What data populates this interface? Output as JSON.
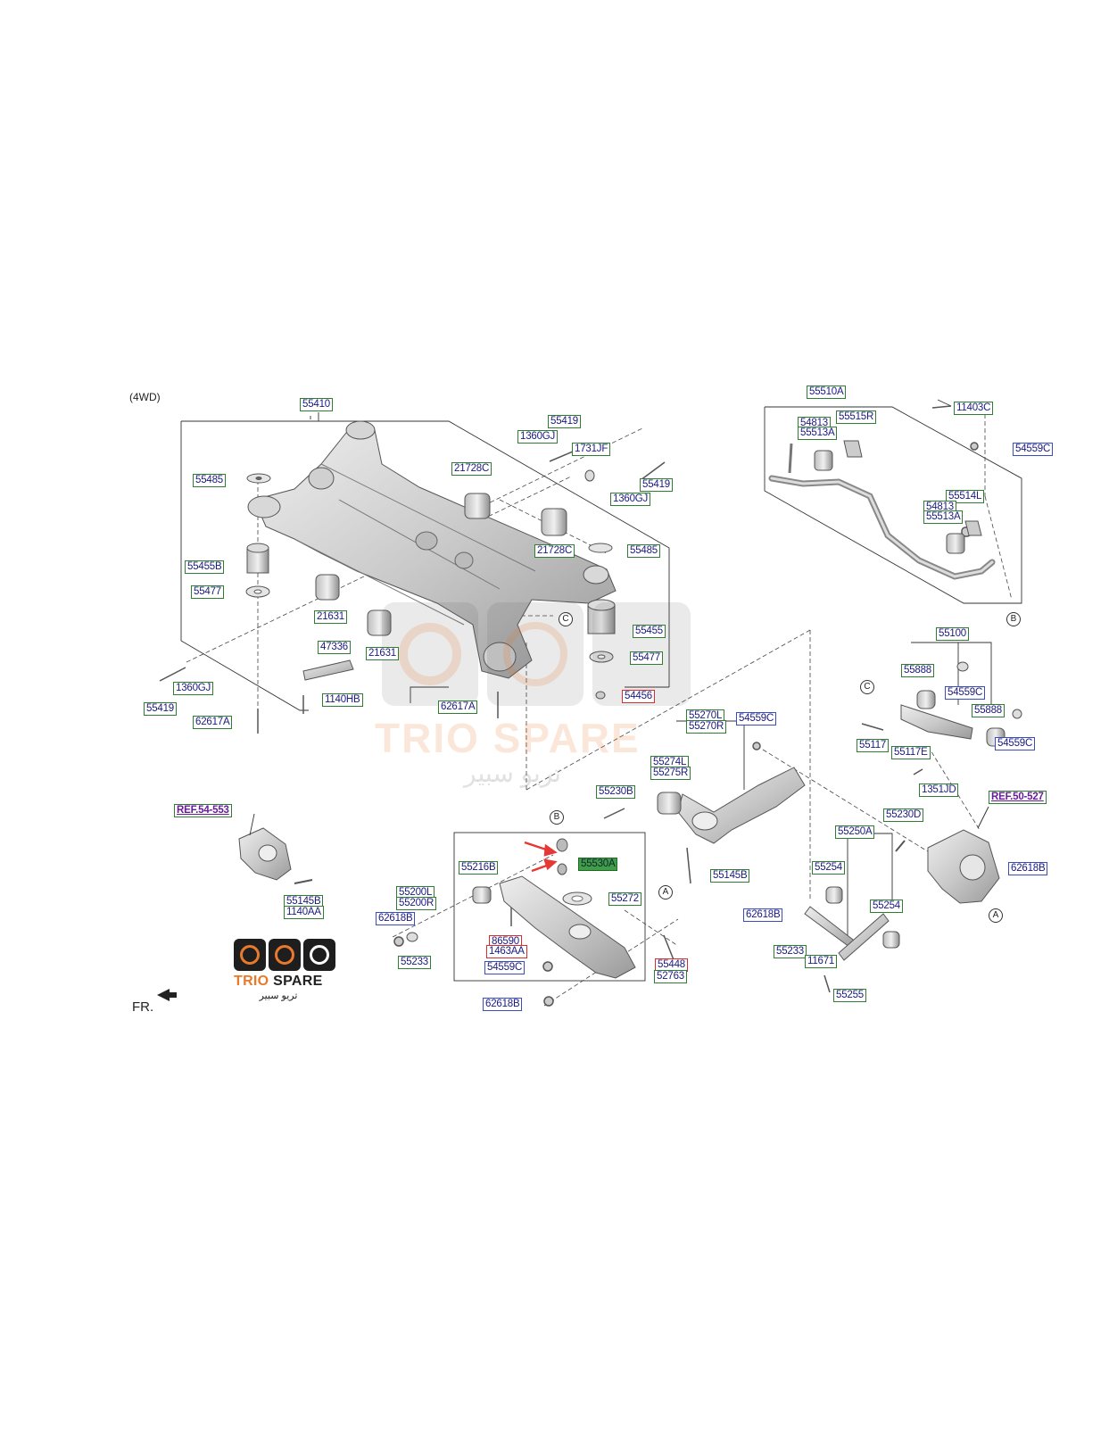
{
  "header": {
    "variant": "(4WD)"
  },
  "orientation": {
    "label": "FR."
  },
  "watermark": {
    "latin": "TRIO SPARE",
    "arabic": "تريو سبير"
  },
  "logo": {
    "brand_primary": "TRIO ",
    "brand_secondary": "SPARE",
    "arabic": "تريو سبير",
    "accent": "#e9792c"
  },
  "markers": {
    "A": "A",
    "B": "B",
    "C": "C"
  },
  "labels": {
    "l55410": "55410",
    "l55419a": "55419",
    "l1360gja": "1360GJ",
    "l1731jf": "1731JF",
    "l21728ca": "21728C",
    "l55485a": "55485",
    "l55419b": "55419",
    "l1360gjb": "1360GJ",
    "l55455b": "55455B",
    "l21728cb": "21728C",
    "l55485b": "55485",
    "l55477a": "55477",
    "l21631a": "21631",
    "l47336": "47336",
    "l21631b": "21631",
    "l55455": "55455",
    "l55477b": "55477",
    "l1360gjc": "1360GJ",
    "l55419c": "55419",
    "l62617aa": "62617A",
    "l1140hb": "1140HB",
    "l62617ab": "62617A",
    "l54456": "54456",
    "l55510a": "55510A",
    "l11403c": "11403C",
    "l54813a": "54813",
    "l55515r": "55515R",
    "l55513aa": "55513A",
    "l54559ca": "54559C",
    "l55514l": "55514L",
    "l54813b": "54813",
    "l55513ab": "55513A",
    "l55100": "55100",
    "l55888a": "55888",
    "l54559cb": "54559C",
    "l55888b": "55888",
    "l54559cc": "54559C",
    "l55117": "55117",
    "l55117e": "55117E",
    "l1351jd": "1351JD",
    "l55270l": "55270L",
    "l55270r": "55270R",
    "l54559cd": "54559C",
    "l55274l": "55274L",
    "l55275r": "55275R",
    "l55230b": "55230B",
    "l55145ba": "55145B",
    "lref54": "REF.54-553",
    "l55145bb": "55145B",
    "l1140aa": "1140AA",
    "l55216b": "55216B",
    "l55530a": "55530A",
    "l55200l": "55200L",
    "l55200r": "55200R",
    "l55272": "55272",
    "l62618ba": "62618B",
    "l86590": "86590",
    "l1463aa": "1463AA",
    "l55233a": "55233",
    "l54559ce": "54559C",
    "l55448": "55448",
    "l52763": "52763",
    "l62618bb": "62618B",
    "l55230d": "55230D",
    "lref50": "REF.50-527",
    "l55250a": "55250A",
    "l55254a": "55254",
    "l55254b": "55254",
    "l62618bc": "62618B",
    "l62618bd": "62618B",
    "l55233b": "55233",
    "l11671": "11671",
    "l55255": "55255"
  },
  "colors": {
    "green_box": "#2e7d32",
    "blue_box": "#3b4db8",
    "red_box": "#d32f2f",
    "highlight": "#3f9e47",
    "arrow": "#e53935"
  }
}
